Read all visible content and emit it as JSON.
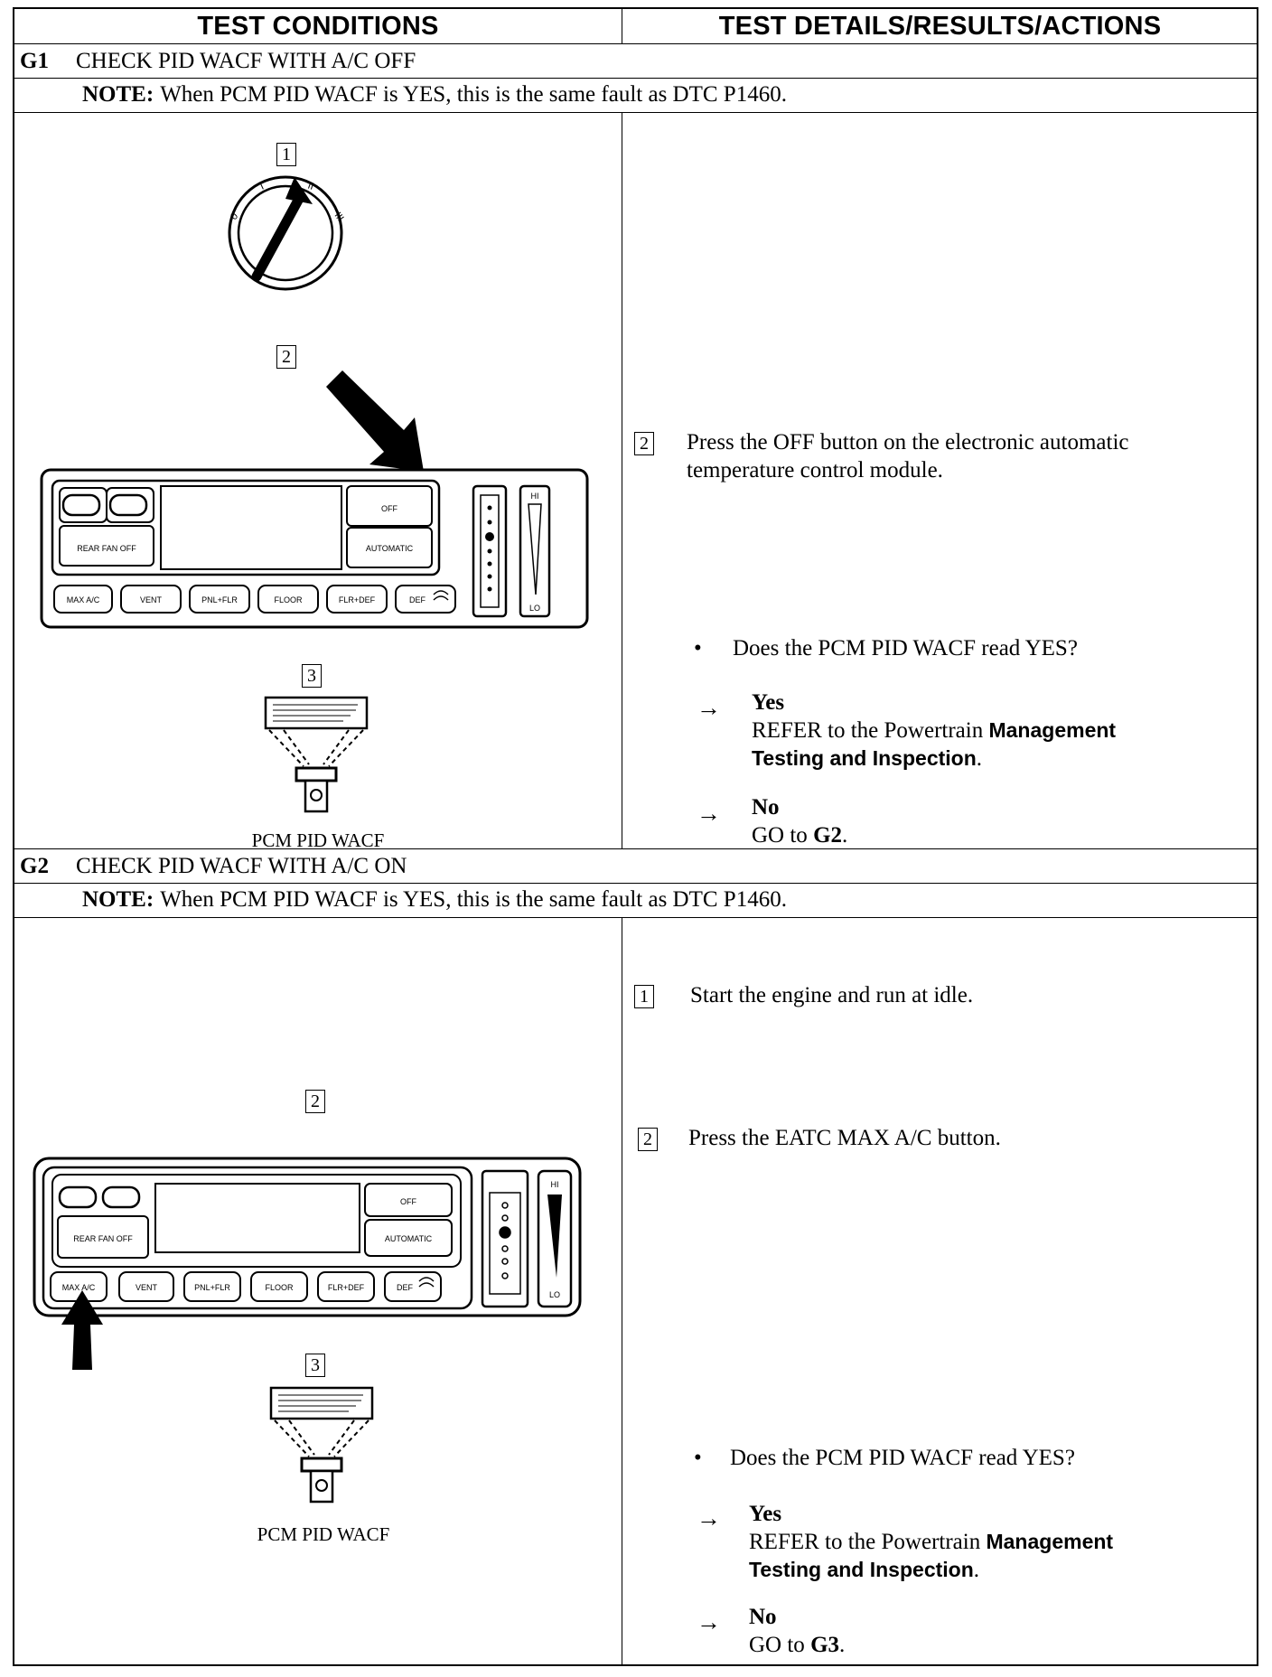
{
  "header": {
    "left": "TEST CONDITIONS",
    "right": "TEST DETAILS/RESULTS/ACTIONS"
  },
  "steps": [
    {
      "code": "G1",
      "title": "CHECK PID WACF WITH A/C OFF",
      "note_label": "NOTE:",
      "note_text": "When PCM PID WACF is YES, this is the same fault as DTC P1460.",
      "left_labels": [
        "1",
        "2",
        "3"
      ],
      "caption": "PCM PID WACF",
      "actions": [
        {
          "num": "2",
          "text_line1": "Press the OFF button on the electronic automatic",
          "text_line2": "temperature control module."
        }
      ],
      "question": "Does the PCM PID WACF read YES?",
      "yes_label": "Yes",
      "yes_text1a": "REFER to the Powertrain ",
      "yes_text1b": "Management",
      "yes_text2": "Testing and Inspection",
      "yes_text2_end": ".",
      "no_label": "No",
      "no_text_a": "GO to ",
      "no_text_b": "G2",
      "no_text_c": "."
    },
    {
      "code": "G2",
      "title": "CHECK PID WACF WITH A/C ON",
      "note_label": "NOTE:",
      "note_text": "When PCM PID WACF is YES, this is the same fault as DTC P1460.",
      "left_labels": [
        "2",
        "3"
      ],
      "caption": "PCM PID WACF",
      "actions": [
        {
          "num": "1",
          "text_line1": "Start the engine and run at idle."
        },
        {
          "num": "2",
          "text_line1": "Press the EATC MAX A/C button."
        }
      ],
      "question": "Does the PCM PID WACF read YES?",
      "yes_label": "Yes",
      "yes_text1a": "REFER to the Powertrain ",
      "yes_text1b": "Management",
      "yes_text2": "Testing and Inspection",
      "yes_text2_end": ".",
      "no_label": "No",
      "no_text_a": "GO to ",
      "no_text_b": "G3",
      "no_text_c": "."
    }
  ],
  "panel": {
    "off": "OFF",
    "automatic": "AUTOMATIC",
    "rear_fan_off": "REAR FAN OFF",
    "buttons": [
      "MAX A/C",
      "VENT",
      "PNL+FLR",
      "FLOOR",
      "FLR+DEF",
      "DEF"
    ],
    "hi": "HI",
    "lo": "LO"
  },
  "ignition": {
    "positions": [
      "0",
      "I",
      "II",
      "III"
    ]
  },
  "arrow_symbol": "→",
  "bullet_symbol": "•"
}
